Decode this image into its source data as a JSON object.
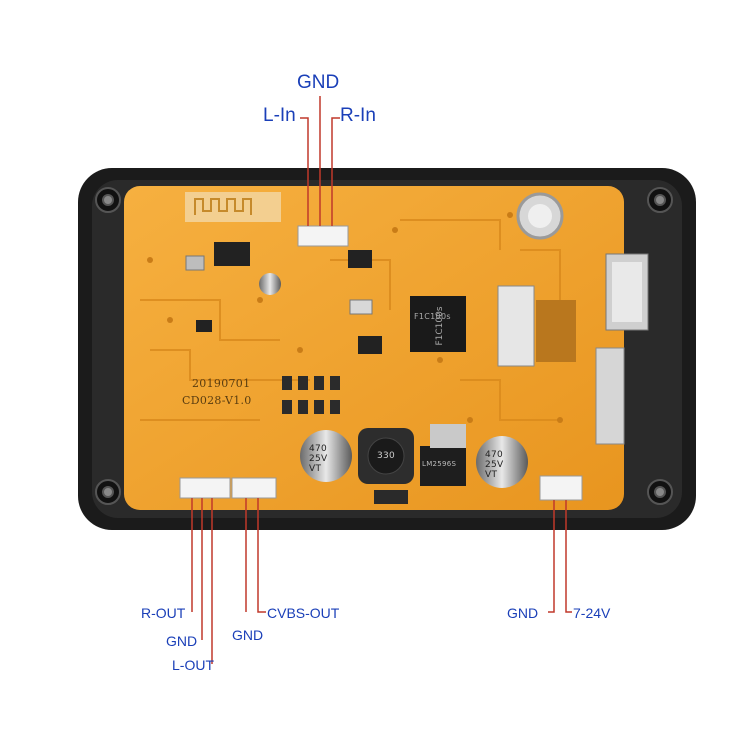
{
  "labels": {
    "top_gnd": "GND",
    "l_in": "L-In",
    "r_in": "R-In",
    "r_out": "R-OUT",
    "gnd_1": "GND",
    "l_out": "L-OUT",
    "gnd_2": "GND",
    "cvbs_out": "CVBS-OUT",
    "power_gnd": "GND",
    "power_voltage": "7-24V"
  },
  "board": {
    "date_code": "20190701",
    "model": "CD028-V1.0",
    "main_chip": "F1C100s",
    "cap_left": [
      "470",
      "25V",
      "VT"
    ],
    "cap_right": [
      "470",
      "25V",
      "VT"
    ],
    "inductor": "330",
    "regulator": "LM2596S"
  },
  "colors": {
    "label_blue": "#1a3fb8",
    "pcb_orange": "#f0a233",
    "frame_black": "#1b1b1b",
    "wire_red": "#c0392b"
  }
}
